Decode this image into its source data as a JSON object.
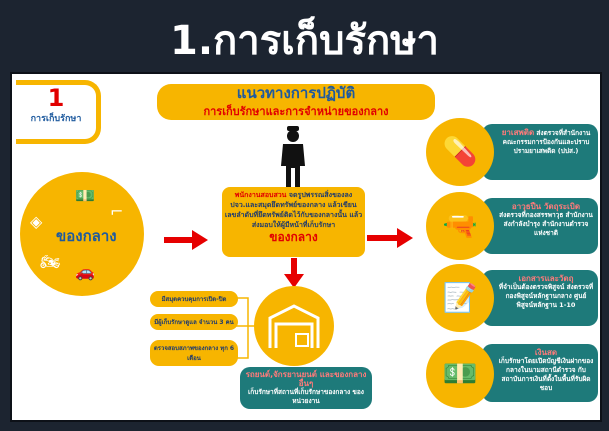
{
  "title": "1.การเก็บรักษา",
  "badge": {
    "number": "1",
    "label": "การเก็บรักษา"
  },
  "header": {
    "line1": "แนวทางการปฏิบัติ",
    "line2": "การเก็บรักษาและการจำหน่ายของกลาง"
  },
  "left_circle": {
    "label": "ของกลาง"
  },
  "middle_box": {
    "highlight": "พนักงานสอบสวน",
    "text": "จดรูปพรรณสิ่งของลง ปจว.และสมุดยึดทรัพย์ของกลาง แล้วเขียนเลขลำดับที่ยึดทรัพย์ติดไว้กับของกลางนั้น แล้วส่งมอบให้ผู้มีหน้าที่เก็บรักษา",
    "emphasis": "ของกลาง"
  },
  "storage_rules": [
    "มีสมุดควบคุมการเปิด-ปิด",
    "มีผู้เก็บรักษาดูแล จำนวน 3 คน",
    "ตรวจสอบสภาพของกลาง ทุก 6 เดือน"
  ],
  "vehicles_box": {
    "title": "รถยนต์,จักรยานยนต์ และของกลางอื่นๆ",
    "text": "เก็บรักษาที่สถานที่เก็บรักษาของกลาง ของหน่วยงาน"
  },
  "categories": [
    {
      "icon": "pills-icon",
      "title": "ยาเสพติด",
      "text": "ส่งตรวจที่สำนักงานคณะกรรมการป้องกันและปราบปรามยาเสพติด (ปปส.)"
    },
    {
      "icon": "gun-icon",
      "title": "อาวุธปืน วัตถุระเบิด",
      "text": "ส่งตรวจที่กองสรรพาวุธ สำนักงานส่งกำลังบำรุง สำนักงานตำรวจแห่งชาติ"
    },
    {
      "icon": "document-icon",
      "title": "เอกสารและวัตถุ",
      "text": "ที่จำเป็นต้องตรวจพิสูจน์ ส่งตรวจที่กองพิสูจน์หลักฐานกลาง ศูนย์พิสูจน์หลักฐาน 1-10"
    },
    {
      "icon": "cash-icon",
      "title": "เงินสด",
      "text": "เก็บรักษาโดยเปิดบัญชีเงินฝากของกลางในนามสถานีตำรวจ กับสถาบันการเงินที่ตั้งในพื้นที่รับผิดชอบ"
    }
  ],
  "colors": {
    "orange": "#f7b500",
    "blue": "#1e5a9e",
    "red": "#e10000",
    "teal": "#1e7a7a"
  }
}
